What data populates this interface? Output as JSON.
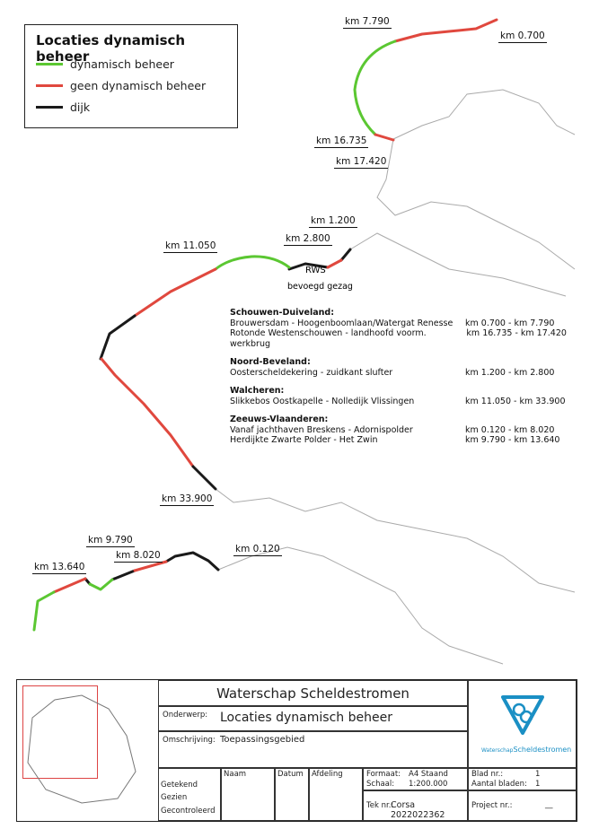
{
  "legend": {
    "title": "Locaties dynamisch beheer",
    "items": [
      {
        "label": "dynamisch beheer",
        "color": "#5bc732"
      },
      {
        "label": "geen dynamisch beheer",
        "color": "#e0483e"
      },
      {
        "label": "dijk",
        "color": "#1a1a1a"
      }
    ]
  },
  "map_labels": {
    "k1": "km 7.790",
    "k2": "km 0.700",
    "k3": "km 16.735",
    "k4": "km 17.420",
    "k5": "km 1.200",
    "k6": "km 2.800",
    "k7": "km 11.050",
    "k8": "km 33.900",
    "k9": "km 9.790",
    "k10": "km 13.640",
    "k11": "km 8.020",
    "k12": "km  0.120",
    "rws": "RWS",
    "bevoegd": "bevoegd gezag"
  },
  "info": [
    {
      "region": "Schouwen-Duiveland:",
      "rows": [
        {
          "name": "Brouwersdam - Hoogenboomlaan/Watergat Renesse",
          "range": "km 0.700 - km 7.790"
        },
        {
          "name": "Rotonde Westenschouwen - landhoofd voorm. werkbrug",
          "range": "km 16.735 - km 17.420"
        }
      ]
    },
    {
      "region": "Noord-Beveland:",
      "rows": [
        {
          "name": "Oosterscheldekering - zuidkant slufter",
          "range": "km 1.200 - km 2.800"
        }
      ]
    },
    {
      "region": "Walcheren:",
      "rows": [
        {
          "name": "Slikkebos Oostkapelle - Nolledijk Vlissingen",
          "range": "km 11.050 - km 33.900"
        }
      ]
    },
    {
      "region": "Zeeuws-Vlaanderen:",
      "rows": [
        {
          "name": "Vanaf jachthaven Breskens - Adornispolder",
          "range": "km 0.120 - km 8.020"
        },
        {
          "name": "Herdijkte Zwarte Polder - Het Zwin",
          "range": "km 9.790 - km 13.640"
        }
      ]
    }
  ],
  "titleblock": {
    "org": "Waterschap Scheldestromen",
    "onderwerp_label": "Onderwerp:",
    "onderwerp": "Locaties dynamisch beheer",
    "omschrijving_label": "Omschrijving:",
    "omschrijving": "Toepassingsgebied",
    "logo_text_a": "Waterschap",
    "logo_text_b": "Scheldestromen",
    "cols": [
      "Naam",
      "Datum",
      "Afdeling"
    ],
    "rows": [
      "Getekend",
      "Gezien",
      "Gecontroleerd"
    ],
    "blank": "__",
    "formaat_label": "Formaat:",
    "formaat": "A4 Staand",
    "schaal_label": "Schaal:",
    "schaal": "1:200.000",
    "tek_label": "Tek nr.:",
    "tek": "Corsa 2022022362",
    "blad_label": "Blad nr.:",
    "blad": "1",
    "aantal_label": "Aantal bladen:",
    "aantal": "1",
    "project_label": "Project nr.:",
    "project": "__"
  }
}
